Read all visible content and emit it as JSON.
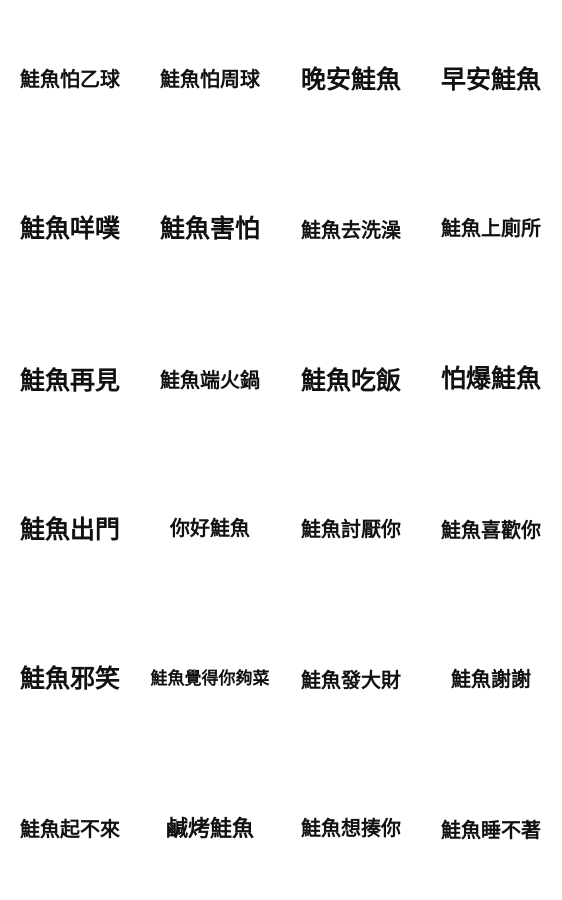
{
  "stickers": [
    {
      "label": "鮭魚怕乙球"
    },
    {
      "label": "鮭魚怕周球"
    },
    {
      "label": "晚安鮭魚"
    },
    {
      "label": "早安鮭魚"
    },
    {
      "label": "鮭魚咩噗"
    },
    {
      "label": "鮭魚害怕"
    },
    {
      "label": "鮭魚去洗澡"
    },
    {
      "label": "鮭魚上廁所"
    },
    {
      "label": "鮭魚再見"
    },
    {
      "label": "鮭魚端火鍋"
    },
    {
      "label": "鮭魚吃飯"
    },
    {
      "label": "怕爆鮭魚"
    },
    {
      "label": "鮭魚出門"
    },
    {
      "label": "你好鮭魚"
    },
    {
      "label": "鮭魚討厭你"
    },
    {
      "label": "鮭魚喜歡你"
    },
    {
      "label": "鮭魚邪笑"
    },
    {
      "label": "鮭魚覺得你夠菜"
    },
    {
      "label": "鮭魚發大財"
    },
    {
      "label": "鮭魚謝謝"
    },
    {
      "label": "鮭魚起不來"
    },
    {
      "label": "鹹烤鮭魚"
    },
    {
      "label": "鮭魚想揍你"
    },
    {
      "label": "鮭魚睡不著"
    }
  ]
}
